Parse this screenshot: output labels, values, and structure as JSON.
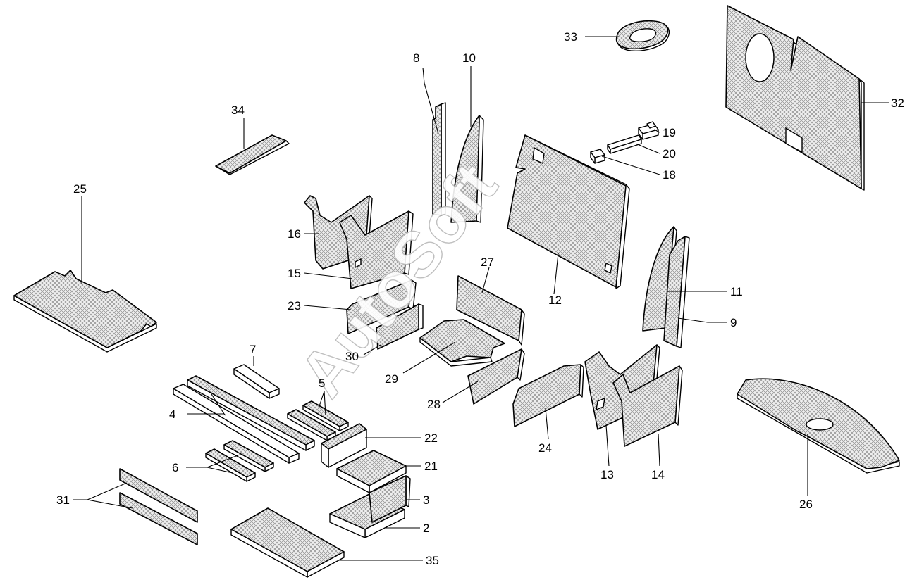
{
  "watermark": "AutoSoft",
  "callouts": {
    "c2": "2",
    "c3": "3",
    "c4": "4",
    "c5": "5",
    "c6": "6",
    "c7": "7",
    "c8": "8",
    "c9": "9",
    "c10": "10",
    "c11": "11",
    "c12": "12",
    "c13": "13",
    "c14": "14",
    "c15": "15",
    "c16": "16",
    "c18": "18",
    "c19": "19",
    "c20": "20",
    "c21": "21",
    "c22": "22",
    "c23": "23",
    "c24": "24",
    "c25": "25",
    "c26": "26",
    "c27": "27",
    "c28": "28",
    "c29": "29",
    "c30": "30",
    "c31": "31",
    "c32": "32",
    "c33": "33",
    "c34": "34",
    "c35": "35"
  }
}
